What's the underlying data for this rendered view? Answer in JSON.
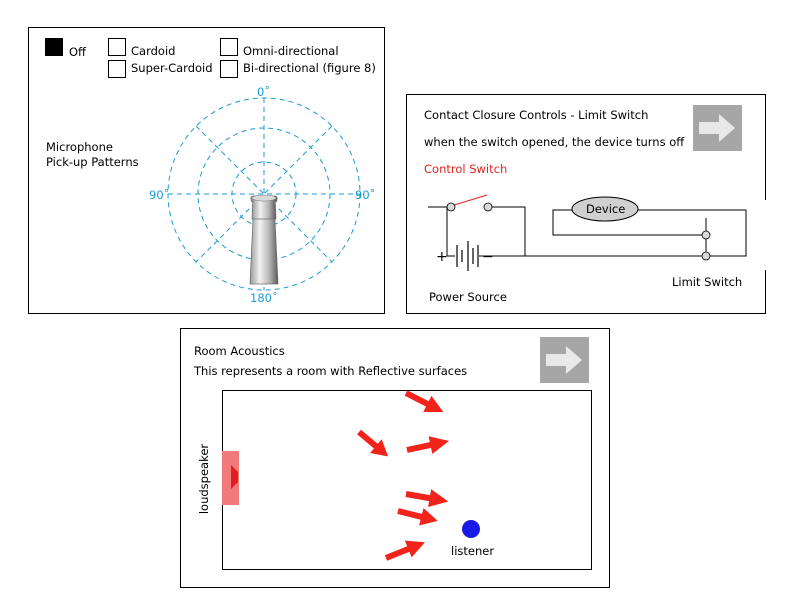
{
  "mic_panel": {
    "options": [
      {
        "label": "Off",
        "checked": true
      },
      {
        "label": "Cardoid",
        "checked": false
      },
      {
        "label": "Omni-directional",
        "checked": false
      },
      {
        "label": "Super-Cardoid",
        "checked": false
      },
      {
        "label": "Bi-directional (figure 8)",
        "checked": false
      }
    ],
    "caption_line1": "Microphone",
    "caption_line2": "Pick-up Patterns",
    "angle_top": "0˚",
    "angle_left": "90˚",
    "angle_right": "90˚",
    "angle_bottom": "180˚",
    "pattern_color": "#1a9ad6"
  },
  "switch_panel": {
    "title": "Contact Closure Controls - Limit Switch",
    "description": "when the switch opened, the device turns off",
    "control_label": "Control Switch",
    "control_color": "#e0261f",
    "device_label": "Device",
    "power_label": "Power Source",
    "limit_label": "Limit Switch",
    "plus": "+",
    "minus": "−",
    "next_icon": "right-arrow-icon"
  },
  "room_panel": {
    "title": "Room Acoustics",
    "description": "This represents a room with Reflective surfaces",
    "speaker_label": "loudspeaker",
    "listener_label": "listener",
    "arrow_color": "#f2231b",
    "listener_color": "#1a1ae6",
    "next_icon": "right-arrow-icon"
  }
}
